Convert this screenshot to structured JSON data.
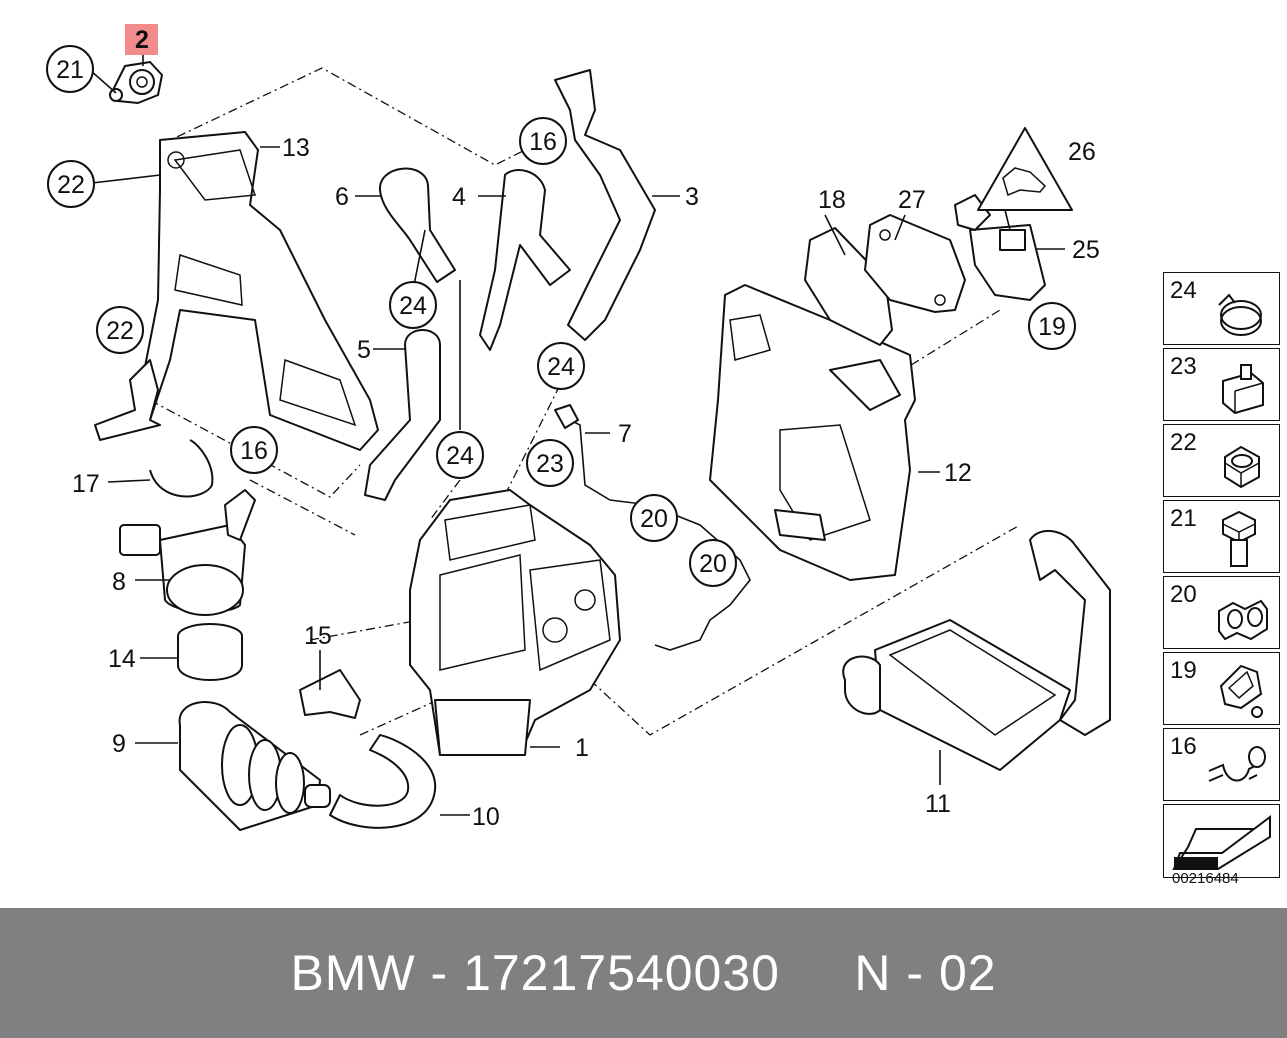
{
  "diagram": {
    "highlight_color": "#f28b8b",
    "part_numbers": {
      "p1": "1",
      "p2": "2",
      "p3": "3",
      "p4": "4",
      "p5": "5",
      "p6": "6",
      "p7": "7",
      "p8": "8",
      "p9": "9",
      "p10": "10",
      "p11": "11",
      "p12": "12",
      "p13": "13",
      "p14": "14",
      "p15": "15",
      "p17": "17",
      "p18": "18",
      "p25": "25",
      "p26": "26",
      "p27": "27"
    },
    "callouts": {
      "c21": "21",
      "c22a": "22",
      "c22b": "22",
      "c16a": "16",
      "c16b": "16",
      "c24a": "24",
      "c24b": "24",
      "c24c": "24",
      "c23": "23",
      "c20a": "20",
      "c20b": "20",
      "c19": "19",
      "c26": "26"
    }
  },
  "legend": {
    "items": [
      {
        "number": "24",
        "icon": "hose-clamp-icon"
      },
      {
        "number": "23",
        "icon": "clip-nut-icon"
      },
      {
        "number": "22",
        "icon": "hex-nut-icon"
      },
      {
        "number": "21",
        "icon": "hex-bolt-icon"
      },
      {
        "number": "20",
        "icon": "pipe-clip-icon"
      },
      {
        "number": "19",
        "icon": "holder-clip-icon"
      },
      {
        "number": "16",
        "icon": "hose-clip-icon"
      }
    ],
    "arrow_icon": "direction-arrow-icon",
    "reference": "00216484"
  },
  "footer": {
    "text": "BMW - 17217540030     N - 02",
    "background": "#808080"
  }
}
